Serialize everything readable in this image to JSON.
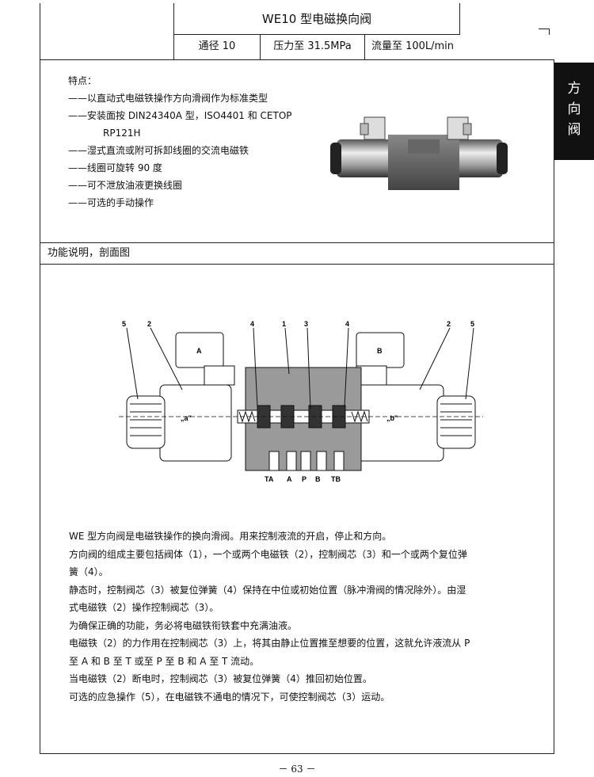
{
  "header": {
    "title": "WE10 型电磁换向阀",
    "specs": [
      "通径 10",
      "压力至 31.5MPa",
      "流量至 100L/min"
    ]
  },
  "side_tab": {
    "lines": [
      "方",
      "向",
      "阀"
    ]
  },
  "features": {
    "heading": "特点：",
    "items": [
      "——以直动式电磁铁操作方向滑阀作为标准类型",
      "——安装面按 DIN24340A 型，ISO4401 和 CETOP",
      "RP121H",
      "——湿式直流或附可拆卸线圈的交流电磁铁",
      "——线圈可旋转 90 度",
      "——可不泄放油液更换线圈",
      "——可选的手动操作"
    ]
  },
  "section": {
    "label": "功能说明，剖面图"
  },
  "diagram": {
    "callouts": [
      "5",
      "2",
      "4",
      "1",
      "3",
      "4",
      "2",
      "5"
    ],
    "solenoid_left": "A",
    "solenoid_right": "B",
    "position_left": "„a\"",
    "position_right": "„b\"",
    "ports": [
      "TA",
      "A",
      "P",
      "B",
      "TB"
    ]
  },
  "description": [
    "WE 型方向阀是电磁铁操作的换向滑阀。用来控制液流的开启，停止和方向。",
    "方向阀的组成主要包括阀体（1），一个或两个电磁铁（2），控制阀芯（3）和一个或两个复位弹",
    "簧（4）。",
    "静态时，控制阀芯（3）被复位弹簧（4）保持在中位或初始位置（脉冲滑阀的情况除外）。由湿",
    "式电磁铁（2）操作控制阀芯（3）。",
    "为确保正确的功能，务必将电磁铁衔铁套中充满油液。",
    "电磁铁（2）的力作用在控制阀芯（3）上，将其由静止位置推至想要的位置，这就允许液流从 P",
    "至 A 和 B 至 T 或至 P 至 B 和 A 至 T 流动。",
    "当电磁铁（2）断电时，控制阀芯（3）被复位弹簧（4）推回初始位置。",
    "可选的应急操作（5），在电磁铁不通电的情况下，可使控制阀芯（3）运动。"
  ],
  "footer": {
    "page": "－ 63 －"
  }
}
